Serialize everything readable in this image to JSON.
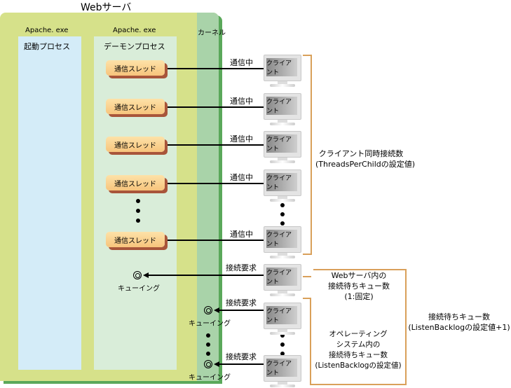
{
  "server": {
    "title": "Webサーバ",
    "kernel_label": "カーネル"
  },
  "startup_process": {
    "exe": "Apache. exe",
    "label": "起動プロセス"
  },
  "daemon_process": {
    "exe": "Apache. exe",
    "label": "デーモンプロセス"
  },
  "thread_label": "通信スレッド",
  "connection_label": "通信中",
  "request_label": "接続要求",
  "queue_label": "キューイング",
  "client_label": "クライアント",
  "annotations": {
    "concurrent": [
      "クライアント同時接続数",
      "(ThreadsPerChildの設定値)"
    ],
    "web_queue": [
      "Webサーバ内の",
      "接続待ちキュー数",
      "(1:固定)"
    ],
    "os_queue": [
      "オペレーティング",
      "システム内の",
      "接続待ちキュー数",
      "(ListenBacklogの設定値)"
    ],
    "total_queue": [
      "接続待ちキュー数",
      "(ListenBacklogの設定値+1)"
    ]
  },
  "colors": {
    "server": "#d6e18a",
    "kernel": "#a9d3a9",
    "startup": "#d4ecf8",
    "daemon": "#d9edd9",
    "thread": "#f7c47c",
    "bracket": "#d9a05a"
  }
}
